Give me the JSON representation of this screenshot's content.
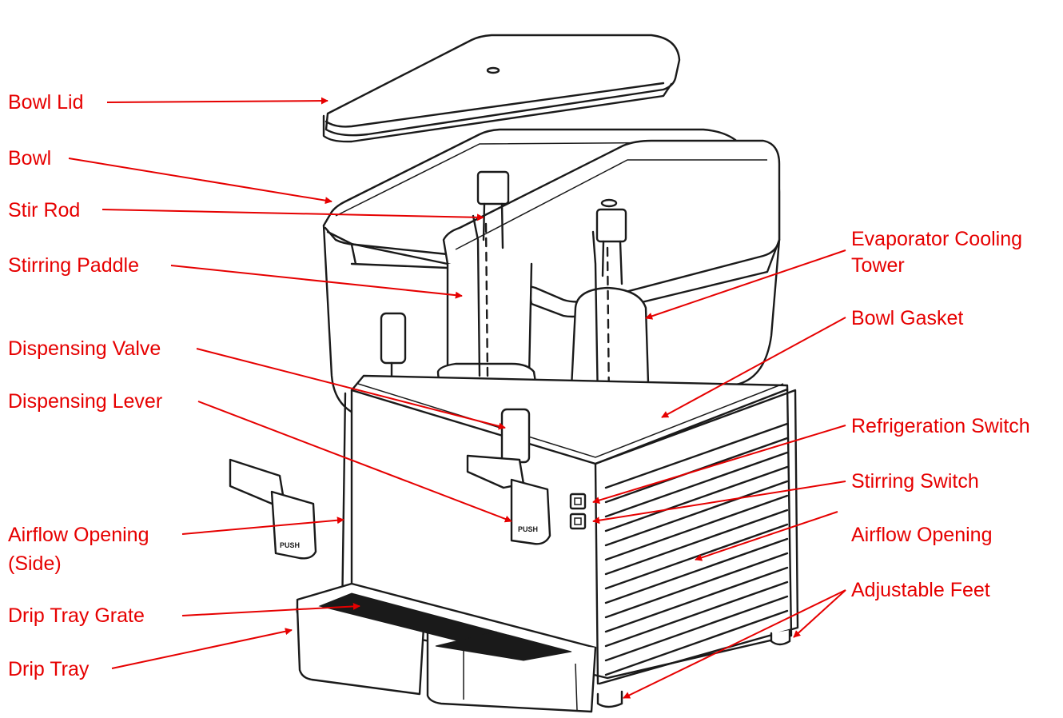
{
  "colors": {
    "label": "#e60000",
    "ink": "#1a1a1a",
    "background": "#ffffff"
  },
  "labels": {
    "bowl_lid": "Bowl Lid",
    "bowl": "Bowl",
    "stir_rod": "Stir Rod",
    "stirring_paddle": "Stirring Paddle",
    "dispensing_valve": "Dispensing Valve",
    "dispensing_lever": "Dispensing Lever",
    "airflow_opening_side_line1": "Airflow Opening",
    "airflow_opening_side_line2": "(Side)",
    "drip_tray_grate": "Drip Tray Grate",
    "drip_tray": "Drip Tray",
    "evaporator_line1": "Evaporator Cooling",
    "evaporator_line2": "Tower",
    "bowl_gasket": "Bowl Gasket",
    "refrigeration_switch": "Refrigeration Switch",
    "stirring_switch": "Stirring Switch",
    "airflow_opening": "Airflow Opening",
    "adjustable_feet": "Adjustable Feet"
  },
  "machine_markings": {
    "lever_left_text": "PUSH",
    "lever_right_text": "PUSH"
  }
}
